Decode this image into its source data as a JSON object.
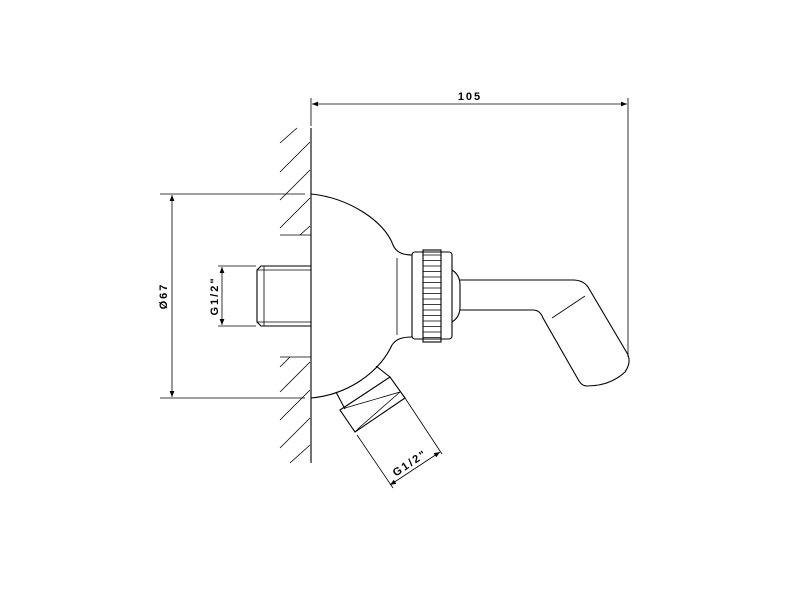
{
  "drawing": {
    "title": "Wall-mounted shower arm with ball joint and side outlet",
    "dimensions": {
      "overall_projection": "105",
      "body_diameter": "Ø67",
      "inlet_thread": "G1/2\"",
      "outlet_thread": "G1/2\""
    }
  }
}
